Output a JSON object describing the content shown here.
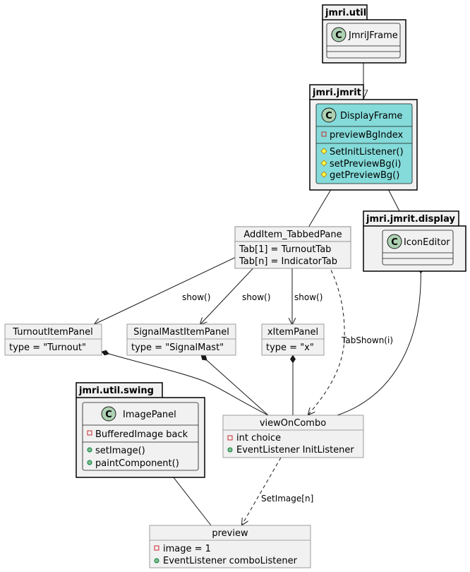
{
  "colors": {
    "class_fill": "#f1f1f1",
    "highlight_fill": "#84dbd9",
    "class_border": "#181818",
    "object_border": "#888888",
    "circle_fill": "#add1b2",
    "line": "#181818"
  },
  "packages": {
    "util": {
      "name": "jmri.util"
    },
    "jmrit": {
      "name": "jmri.jmrit"
    },
    "display": {
      "name": "jmri.jmrit.display"
    },
    "swing": {
      "name": "jmri.util.swing"
    }
  },
  "classes": {
    "jmrijframe": {
      "name": "JmriJFrame",
      "stereotype": "C"
    },
    "displayframe": {
      "name": "DisplayFrame",
      "stereotype": "C",
      "fields": [
        {
          "visibility": "-",
          "text": "previewBgIndex"
        }
      ],
      "methods": [
        {
          "visibility": "#",
          "text": "SetInitListener()"
        },
        {
          "visibility": "#",
          "text": "setPreviewBg(i)"
        },
        {
          "visibility": "#",
          "text": "getPreviewBg()"
        }
      ]
    },
    "iconeditor": {
      "name": "IconEditor",
      "stereotype": "C"
    },
    "imagepanel": {
      "name": "ImagePanel",
      "stereotype": "C",
      "fields": [
        {
          "visibility": "-",
          "text": "BufferedImage back"
        }
      ],
      "methods": [
        {
          "visibility": "+",
          "text": "setImage()"
        },
        {
          "visibility": "+",
          "text": "paintComponent()"
        }
      ]
    }
  },
  "objects": {
    "additem": {
      "name": "AddItem_TabbedPane",
      "rows": [
        "Tab[1] = TurnoutTab",
        "Tab[n] = IndicatorTab"
      ]
    },
    "turnout": {
      "name": "TurnoutItemPanel",
      "rows": [
        "type = \"Turnout\""
      ]
    },
    "signalmast": {
      "name": "SignalMastItemPanel",
      "rows": [
        "type = \"SignalMast\""
      ]
    },
    "xitem": {
      "name": "xItemPanel",
      "rows": [
        "type = \"x\""
      ]
    },
    "viewoncombo": {
      "name": "viewOnCombo",
      "fields": [
        {
          "visibility": "-",
          "text": "int choice"
        },
        {
          "visibility": "+",
          "text": "EventListener InitListener"
        }
      ]
    },
    "preview": {
      "name": "preview",
      "fields": [
        {
          "visibility": "-",
          "text": "image = 1"
        },
        {
          "visibility": "+",
          "text": "EventListener comboListener"
        }
      ]
    }
  },
  "edge_labels": {
    "show_turnout": "show()",
    "show_signalmast": "show()",
    "show_xitem": "show()",
    "tabshown": "TabShown(i)",
    "setimage": "SetImage[n]"
  }
}
